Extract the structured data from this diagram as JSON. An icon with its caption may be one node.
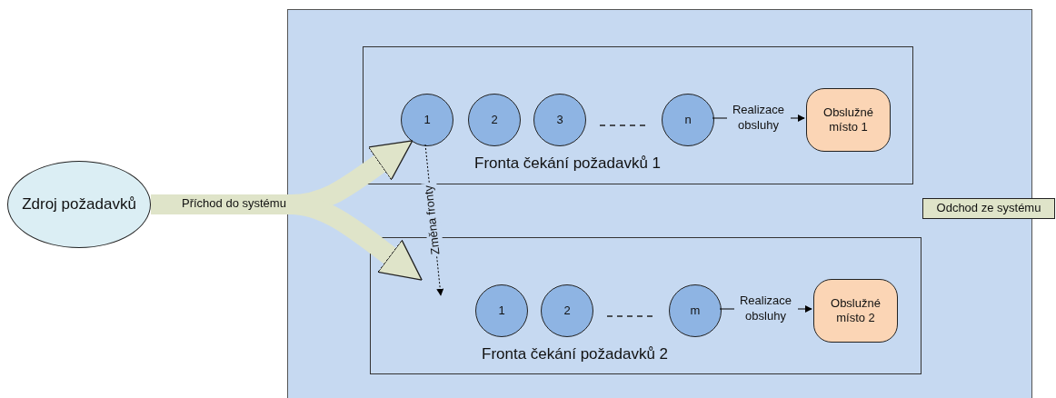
{
  "diagram": {
    "nodes": [
      {
        "text": [],
        "shape": "box"
      },
      {
        "text": [
          "Fronta čekání požadavků 1"
        ],
        "in": 0
      },
      {
        "text": [
          "1"
        ],
        "in": 1
      },
      {
        "text": [
          "2"
        ],
        "in": 1
      },
      {
        "text": [
          "3"
        ],
        "in": 1
      },
      {
        "text": [
          "n"
        ],
        "in": 1
      },
      {
        "text": [
          "Obslužné místo 1"
        ],
        "in": 1
      },
      {
        "text": [
          "Fronta čekání požadavků 2"
        ],
        "in": 0
      },
      {
        "text": [
          "1"
        ],
        "in": 7
      },
      {
        "text": [
          "2"
        ],
        "in": 7
      },
      {
        "text": [
          "m"
        ],
        "in": 7
      },
      {
        "text": [
          "Obslužné místo 2"
        ],
        "in": 7
      },
      {
        "text": [
          "Zdroj požadavků"
        ]
      },
      {
        "text": [
          "Odchod ze systému"
        ]
      }
    ],
    "edges": [
      {
        "from": 12,
        "to": 1,
        "arrow": "to",
        "label": "Příchod do systému",
        "style": "thick",
        "color": "#dfe4c9"
      },
      {
        "from": 12,
        "to": 7,
        "arrow": "to",
        "style": "thick",
        "color": "#dfe4c9"
      },
      {
        "from": 2,
        "to": null,
        "arrow": "to",
        "label": "Změna fronty",
        "style": "dashed"
      },
      {
        "from": 5,
        "to": 6,
        "arrow": "to",
        "label": "Realizace obsluhy"
      },
      {
        "from": 10,
        "to": 11,
        "arrow": "to",
        "label": "Realizace obsluhy"
      }
    ]
  }
}
